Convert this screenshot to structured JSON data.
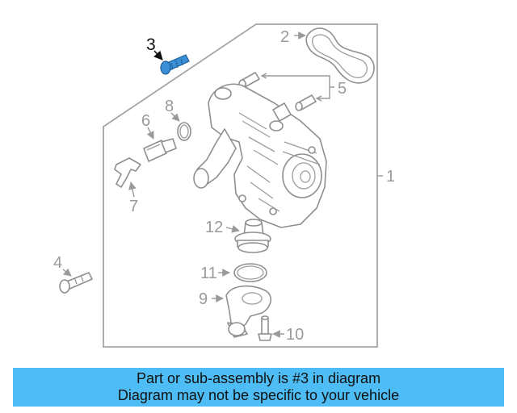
{
  "callouts": {
    "c1": "1",
    "c2": "2",
    "c3": "3",
    "c4": "4",
    "c5": "5",
    "c6": "6",
    "c7": "7",
    "c8": "8",
    "c9": "9",
    "c10": "10",
    "c11": "11",
    "c12": "12"
  },
  "highlight": {
    "part_number": "3",
    "color": "#3b8fd6"
  },
  "banner": {
    "line1": "Part or sub-assembly is #3 in diagram",
    "line2": "Diagram may not be specific to your vehicle",
    "background": "#4fbdf5"
  }
}
